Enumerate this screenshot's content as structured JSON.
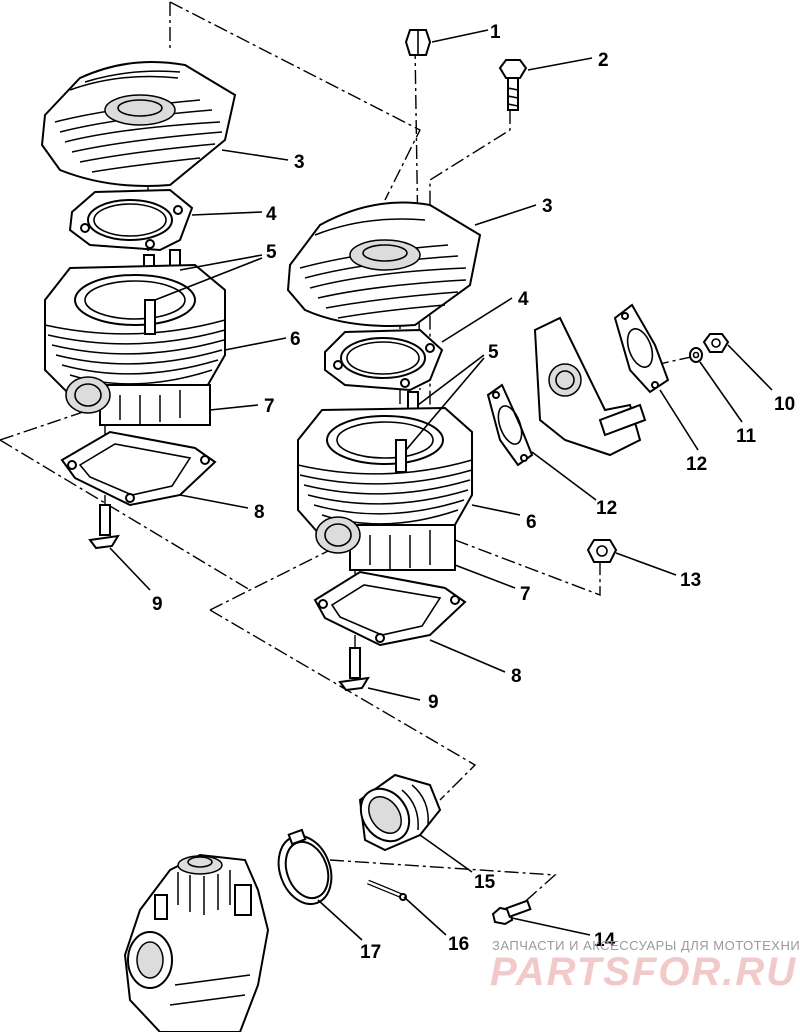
{
  "callouts": [
    {
      "id": "c1",
      "text": "1"
    },
    {
      "id": "c2",
      "text": "2"
    },
    {
      "id": "c3a",
      "text": "3"
    },
    {
      "id": "c3b",
      "text": "3"
    },
    {
      "id": "c4a",
      "text": "4"
    },
    {
      "id": "c4b",
      "text": "4"
    },
    {
      "id": "c5a",
      "text": "5"
    },
    {
      "id": "c5b",
      "text": "5"
    },
    {
      "id": "c6a",
      "text": "6"
    },
    {
      "id": "c6b",
      "text": "6"
    },
    {
      "id": "c7a",
      "text": "7"
    },
    {
      "id": "c7b",
      "text": "7"
    },
    {
      "id": "c8a",
      "text": "8"
    },
    {
      "id": "c8b",
      "text": "8"
    },
    {
      "id": "c9a",
      "text": "9"
    },
    {
      "id": "c9b",
      "text": "9"
    },
    {
      "id": "c10",
      "text": "10"
    },
    {
      "id": "c11",
      "text": "11"
    },
    {
      "id": "c12a",
      "text": "12"
    },
    {
      "id": "c12b",
      "text": "12"
    },
    {
      "id": "c13",
      "text": "13"
    },
    {
      "id": "c14",
      "text": "14"
    },
    {
      "id": "c15",
      "text": "15"
    },
    {
      "id": "c16",
      "text": "16"
    },
    {
      "id": "c17",
      "text": "17"
    }
  ],
  "watermark": {
    "tagline": "ЗАПЧАСТИ И АКСЕССУАРЫ ДЛЯ МОТОТЕХНИКИ",
    "logo": "PARTSFOR.RU"
  },
  "colors": {
    "ink": "#000000",
    "background": "#ffffff",
    "watermark_logo": "#f2c9c9",
    "watermark_text": "#9a9a9a"
  }
}
